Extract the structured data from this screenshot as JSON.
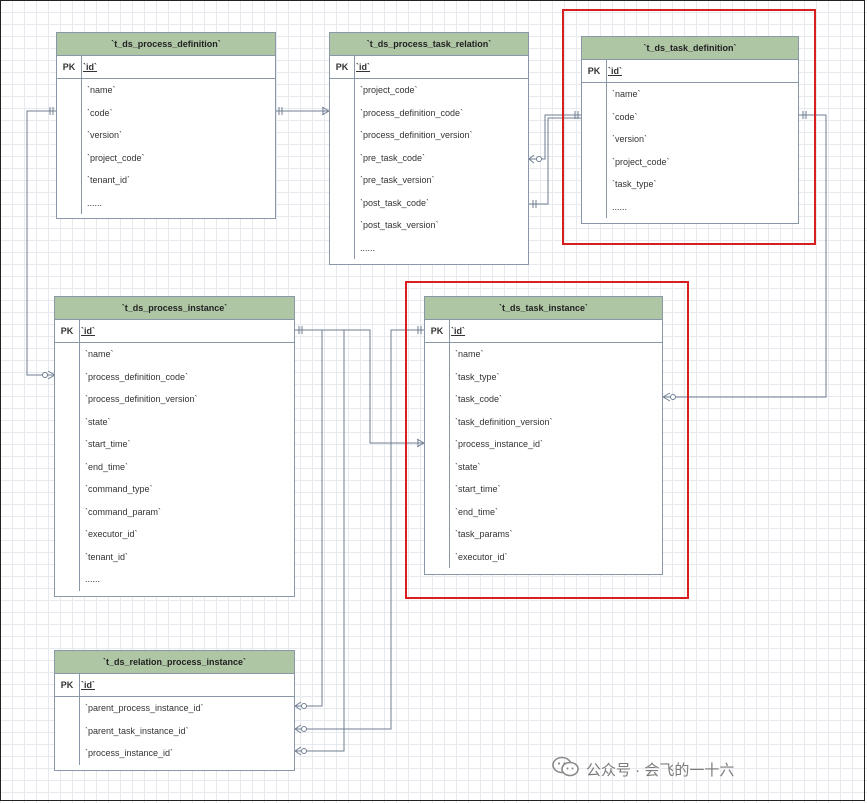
{
  "tables": {
    "process_definition": {
      "title": "`t_ds_process_definition`",
      "pk": "PK",
      "pk_col": "`id`",
      "fields": [
        "`name`",
        "`code`",
        "`version`",
        "`project_code`",
        "`tenant_id`",
        "......"
      ]
    },
    "process_task_relation": {
      "title": "`t_ds_process_task_relation`",
      "pk": "PK",
      "pk_col": "`id`",
      "fields": [
        "`project_code`",
        "`process_definition_code`",
        "`process_definition_version`",
        "`pre_task_code`",
        "`pre_task_version`",
        "`post_task_code`",
        "`post_task_version`",
        "......"
      ]
    },
    "task_definition": {
      "title": "`t_ds_task_definition`",
      "pk": "PK",
      "pk_col": "`id`",
      "fields": [
        "`name`",
        "`code`",
        "`version`",
        "`project_code`",
        "`task_type`",
        "......"
      ]
    },
    "process_instance": {
      "title": "`t_ds_process_instance`",
      "pk": "PK",
      "pk_col": "`id`",
      "fields": [
        "`name`",
        "`process_definition_code`",
        "`process_definition_version`",
        "`state`",
        "`start_time`",
        "`end_time`",
        "`command_type`",
        "`command_param`",
        "`executor_id`",
        "`tenant_id`",
        "......"
      ]
    },
    "task_instance": {
      "title": "`t_ds_task_instance`",
      "pk": "PK",
      "pk_col": "`id`",
      "fields": [
        "`name`",
        "`task_type`",
        "`task_code`",
        "`task_definition_version`",
        "`process_instance_id`",
        "`state`",
        "`start_time`",
        "`end_time`",
        "`task_params`",
        "`executor_id`"
      ]
    },
    "relation_process_instance": {
      "title": "`t_ds_relation_process_instance`",
      "pk": "PK",
      "pk_col": "`id`",
      "fields": [
        "`parent_process_instance_id`",
        "`parent_task_instance_id`",
        "`process_instance_id`"
      ]
    }
  },
  "highlight_color": "#d81e1e",
  "header_color": "#aec6a4",
  "watermark": {
    "icon": "wechat-icon",
    "text": "公众号 · 会飞的一十六"
  }
}
